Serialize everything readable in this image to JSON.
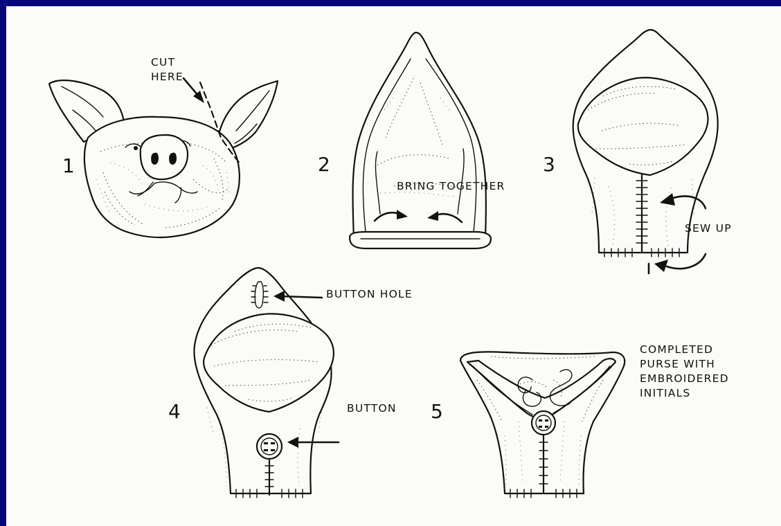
{
  "steps": [
    {
      "number": "1",
      "labels": [
        "CUT",
        "HERE"
      ]
    },
    {
      "number": "2",
      "labels": [
        "BRING TOGETHER"
      ]
    },
    {
      "number": "3",
      "labels": [
        "SEW UP"
      ]
    },
    {
      "number": "4",
      "labels": [
        "BUTTON HOLE",
        "BUTTON"
      ]
    },
    {
      "number": "5",
      "labels": [
        "COMPLETED",
        "PURSE WITH",
        "EMBROIDERED",
        "INITIALS"
      ]
    }
  ],
  "colors": {
    "border": "#06067a",
    "paper": "#fbfbf8",
    "ink": "#111111"
  },
  "icons": [
    "pig-head-icon",
    "purse-opened-icon",
    "purse-sewn-icon",
    "purse-buttonhole-icon",
    "purse-completed-icon",
    "arrow-icon",
    "button-icon",
    "initials-monogram-icon"
  ]
}
